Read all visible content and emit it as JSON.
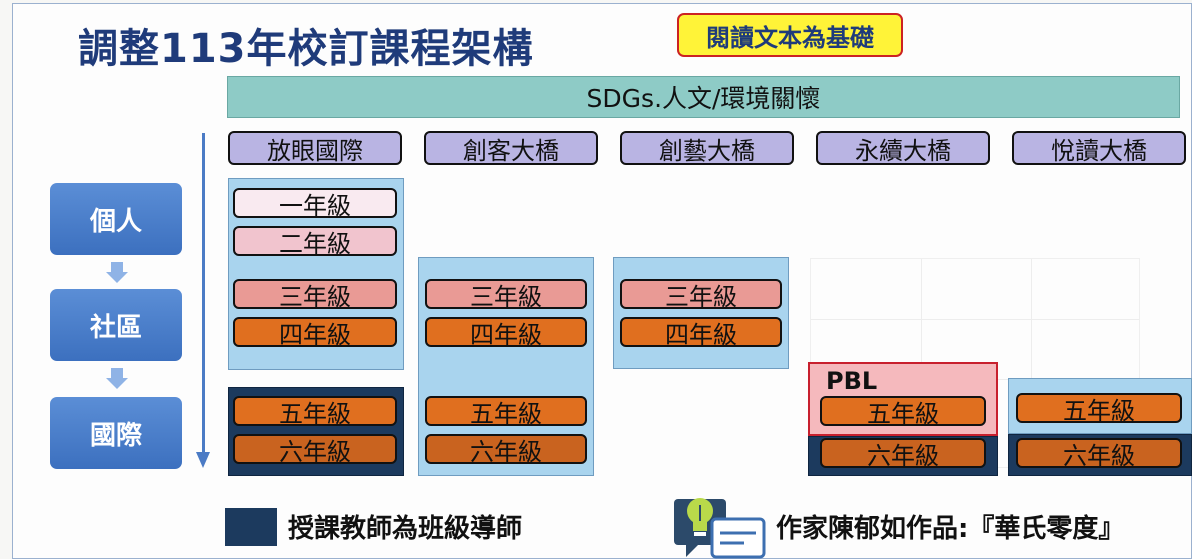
{
  "title": "調整113年校訂課程架構",
  "badge": "閱讀文本為基礎",
  "banner": "SDGs.人文/環境關懷",
  "columns": [
    "放眼國際",
    "創客大橋",
    "創藝大橋",
    "永續大橋",
    "悅讀大橋"
  ],
  "stages": [
    "個人",
    "社區",
    "國際"
  ],
  "pbl": "PBL",
  "grades": {
    "g1": "一年級",
    "g2": "二年級",
    "g3": "三年級",
    "g4": "四年級",
    "g5": "五年級",
    "g6": "六年級"
  },
  "legend": {
    "homeroom_text": "授課教師為班級導師",
    "book_text": "作家陳郁如作品:『華氏零度』"
  },
  "colors": {
    "title": "#1f3b7a",
    "badge_bg": "#fff338",
    "banner_bg": "#8ecbc6",
    "column_header_bg": "#b9b4e3",
    "stage_bg": "#4a7fcc",
    "light_panel": "#a9d4ee",
    "dark_panel": "#1c3a5e",
    "pbl_border": "#c8202e",
    "grade_orange": "#e06f1f"
  },
  "icons": {
    "stage_arrows": "down-arrow-icon",
    "book": "lightbulb-book-icon"
  }
}
